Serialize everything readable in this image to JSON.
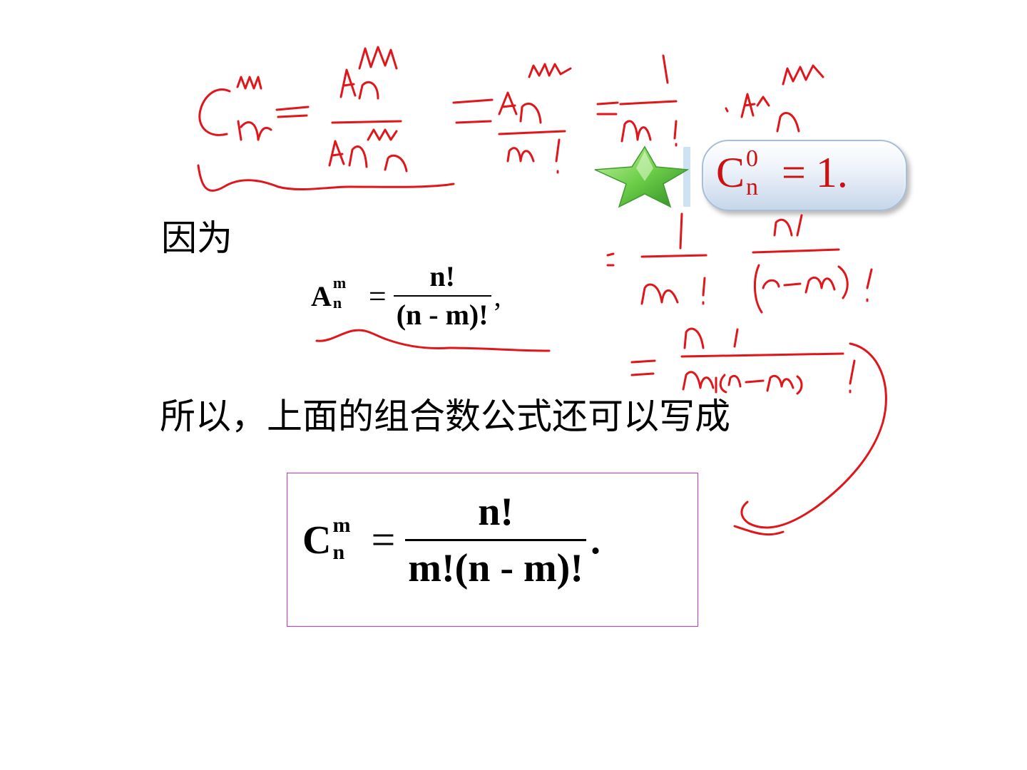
{
  "text": {
    "because": "因为",
    "therefore": "所以，上面的组合数公式还可以写成"
  },
  "formula_a": {
    "symbol": "A",
    "sup": "m",
    "sub": "n",
    "equals": "=",
    "numerator": "n!",
    "denominator": "(n - m)!",
    "trailing": ","
  },
  "formula_c": {
    "symbol": "C",
    "sup": "m",
    "sub": "n",
    "equals": "=",
    "numerator": "n!",
    "denominator": "m!(n - m)!",
    "trailing": "."
  },
  "pill_formula": {
    "symbol": "C",
    "sup": "0",
    "sub": "n",
    "equals": "=",
    "rhs": "1."
  },
  "colors": {
    "ink": "#e0161b",
    "box_border": "#d22bd2",
    "pill_text": "#cc1111",
    "star": "#6ecf4a"
  },
  "icons": {
    "star": "star-icon"
  }
}
